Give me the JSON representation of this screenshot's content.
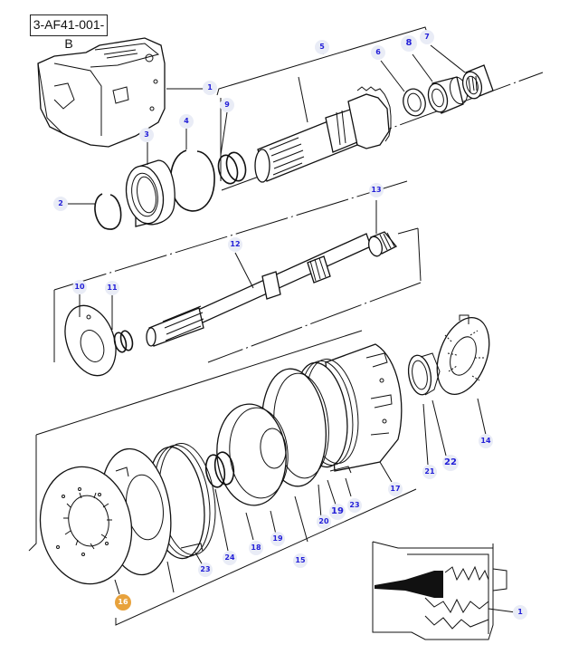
{
  "diagram": {
    "reference_code": "3-AF41-001-B",
    "callouts": [
      {
        "id": "c1",
        "label": "1",
        "highlighted": false
      },
      {
        "id": "c2",
        "label": "2",
        "highlighted": false
      },
      {
        "id": "c3",
        "label": "3",
        "highlighted": false
      },
      {
        "id": "c4",
        "label": "4",
        "highlighted": false
      },
      {
        "id": "c5",
        "label": "5",
        "highlighted": false
      },
      {
        "id": "c6",
        "label": "6",
        "highlighted": false
      },
      {
        "id": "c7",
        "label": "7",
        "highlighted": false
      },
      {
        "id": "c8",
        "label": "8",
        "highlighted": false
      },
      {
        "id": "c9",
        "label": "9",
        "highlighted": false
      },
      {
        "id": "c10",
        "label": "10",
        "highlighted": false
      },
      {
        "id": "c11",
        "label": "11",
        "highlighted": false
      },
      {
        "id": "c12",
        "label": "12",
        "highlighted": false
      },
      {
        "id": "c13",
        "label": "13",
        "highlighted": false
      },
      {
        "id": "c14",
        "label": "14",
        "highlighted": false
      },
      {
        "id": "c15",
        "label": "15",
        "highlighted": false
      },
      {
        "id": "c16",
        "label": "16",
        "highlighted": true
      },
      {
        "id": "c17",
        "label": "17",
        "highlighted": false
      },
      {
        "id": "c18",
        "label": "18",
        "highlighted": false
      },
      {
        "id": "c19a",
        "label": "19",
        "highlighted": false
      },
      {
        "id": "c19b",
        "label": "19",
        "highlighted": false
      },
      {
        "id": "c20",
        "label": "20",
        "highlighted": false
      },
      {
        "id": "c21",
        "label": "21",
        "highlighted": false
      },
      {
        "id": "c22",
        "label": "22",
        "highlighted": false
      },
      {
        "id": "c23a",
        "label": "23",
        "highlighted": false
      },
      {
        "id": "c23b",
        "label": "23",
        "highlighted": false
      },
      {
        "id": "c24",
        "label": "24",
        "highlighted": false
      },
      {
        "id": "c1b",
        "label": "1",
        "highlighted": false
      }
    ],
    "colors": {
      "callout_text": "#2420d8",
      "callout_bg": "#e9ecf6",
      "highlight_bg": "#e8a23c",
      "highlight_text": "#ffffff",
      "line": "#111111"
    }
  }
}
